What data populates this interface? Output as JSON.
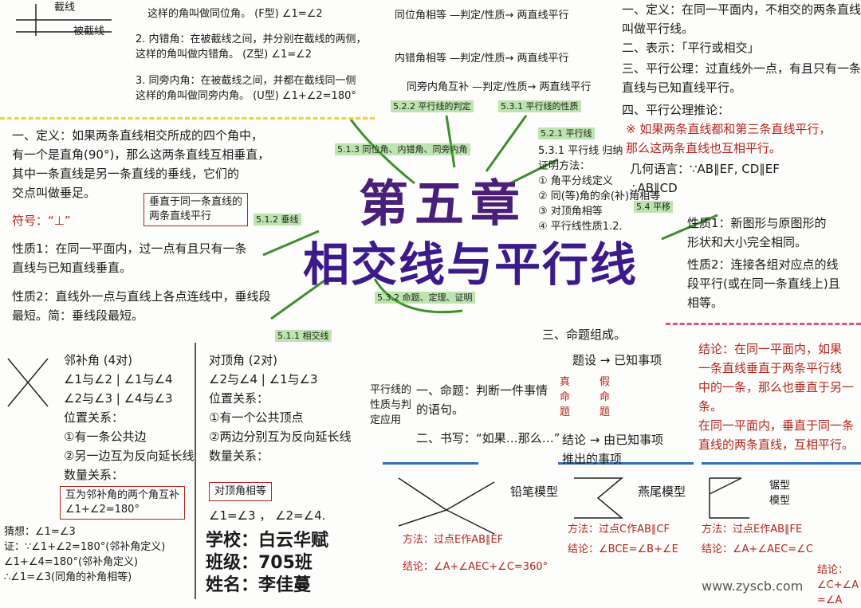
{
  "title": {
    "chapter": "第五章",
    "name": "相交线与平行线"
  },
  "branches": [
    "5.1.3 同位角、内错角、同旁内角",
    "5.2.2 平行线的判定",
    "5.3.1 平行线的性质",
    "5.2.1 平行线",
    "5.1.2 垂线",
    "5.1.1 相交线",
    "5.3.2 命题、定理、证明",
    "5.4 平移"
  ],
  "top_left": {
    "line1": "截线",
    "line2": "被截线",
    "tongwei": "这样的角叫做同位角。  (F型) ∠1=∠2",
    "neicuo": "2. 内错角：在被截线之间，并分别在截线的两侧，\n这样的角叫做内错角。  (Z型) ∠1=∠2",
    "tongpang": "3. 同旁内角：在被截线之间，并都在截线同一侧\n这样的角叫做同旁内角。 (U型) ∠1+∠2=180°"
  },
  "criteria": [
    "同位角相等 —判定/性质→ 两直线平行",
    "内错角相等 —判定/性质→ 两直线平行",
    "同旁内角互补 —判定/性质→ 两直线平行"
  ],
  "parallel": {
    "def": "一、定义：在同一平面内，不相交的两条直线\n叫做平行线。",
    "notation": "二、表示：「平行或相交」",
    "axiom": "三、平行公理：过直线外一点，有且只有一条\n直线与已知直线平行。",
    "corollary_title": "四、平行公理推论：",
    "corollary": "※ 如果两条直线都和第三条直线平行，\n那么这两条直线也互相平行。",
    "geo": "几何语言：∵AB∥EF, CD∥EF\n∴AB∥CD"
  },
  "perp": {
    "def": "一、定义：如果两条直线相交所成的四个角中，\n有一个是直角(90°)，那么这两条直线互相垂直，\n其中一条直线是另一条直线的垂线，它们的\n交点叫做垂足。",
    "box": "垂直于同一条直线的\n两条直线平行",
    "symbol": "符号：“⊥”",
    "prop1": "性质1：在同一平面内，过一点有且只有一条\n直线与已知直线垂直。",
    "prop2": "性质2：直线外一点与直线上各点连线中，垂线段\n最短。简：垂线段最短。"
  },
  "proof_methods": "5.3.1 平行线 归纳\n证明方法：\n① 角平分线定义\n② 同(等)角的余(补)角相等\n③ 对顶角相等\n④ 平行线性质1.2.",
  "translation": {
    "prop1": "性质1：新图形与原图形的\n形状和大小完全相同。",
    "prop2": "性质2：连接各组对应点的线\n段平行(或在同一条直线上)且\n相等。"
  },
  "proposition": {
    "parts": "三、命题组成。",
    "hypothesis": "题设 → 已知事项",
    "true": "真命题",
    "false": "假命题",
    "conclusion": "结论 → 由已知事项\n推出的事项",
    "def": "一、命题：判断一件事情\n的语句。",
    "writing": "二、书写：“如果…那么…”",
    "application": "平行线的\n性质与判\n定应用"
  },
  "right_conclusion": "结论：在同一平面内，如果\n一条直线垂直于两条平行线\n中的一条，那么也垂直于另一条。\n在同一平面内，垂直于同一条\n直线的两条直线，互相平行。",
  "adjacent": "邻补角 (4对)\n∠1与∠2 | ∠1与∠4\n∠2与∠3 | ∠4与∠3\n位置关系：\n①有一条公共边\n②另一边互为反向延长线\n数量关系：",
  "adjacent_box": "互为邻补角的两个角互补\n∠1+∠2=180°",
  "vertical": "对顶角 (2对)\n∠2与∠4 | ∠1与∠3\n位置关系：\n①有一个公共顶点\n②两边分别互为反向延长线\n数量关系：",
  "vertical_box": "对顶角相等",
  "vertical_eq": "∠1=∠3 ， ∠2=∠4.",
  "proof": "猜想：∠1=∠3\n证：∵∠1+∠2=180°(邻补角定义)\n    ∠1+∠4=180°(邻补角定义)\n∴∠1=∠3(同角的补角相等)",
  "student": {
    "school": "学校：白云华赋",
    "class": "班级：705班",
    "name": "姓名：李佳蔓"
  },
  "models": [
    {
      "name": "铅笔模型",
      "method": "方法：过点E作AB∥EF",
      "result": "结论：∠A+∠AEC+∠C=360°"
    },
    {
      "name": "燕尾模型",
      "method": "方法：过点C作AB∥CF",
      "result": "结论：∠BCE=∠B+∠E"
    },
    {
      "name": "锯型模型",
      "method": "方法：过点E作AB∥FE",
      "result": "结论：∠A+∠AEC=∠C"
    },
    {
      "name": "",
      "method": "",
      "result": "结论：∠C+∠A\n=∠A"
    }
  ],
  "watermark": "www.zyscb.com"
}
